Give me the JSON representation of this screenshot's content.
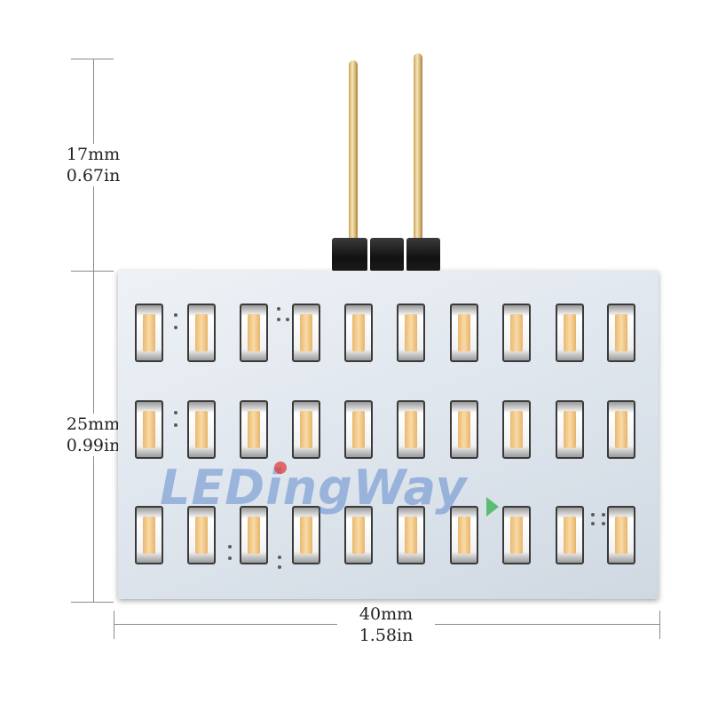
{
  "dimensions": {
    "pin_height": {
      "mm": "17mm",
      "in": "0.67in"
    },
    "board_height": {
      "mm": "25mm",
      "in": "0.99in"
    },
    "board_width": {
      "mm": "40mm",
      "in": "1.58in"
    }
  },
  "watermark": "LEDingWay",
  "colors": {
    "board": "#dde4ec",
    "led_phosphor": "#f4cf8f",
    "watermark": "#4678c8"
  },
  "led_rows": [
    {
      "count": 10
    },
    {
      "count": 10
    },
    {
      "count": 10
    }
  ]
}
